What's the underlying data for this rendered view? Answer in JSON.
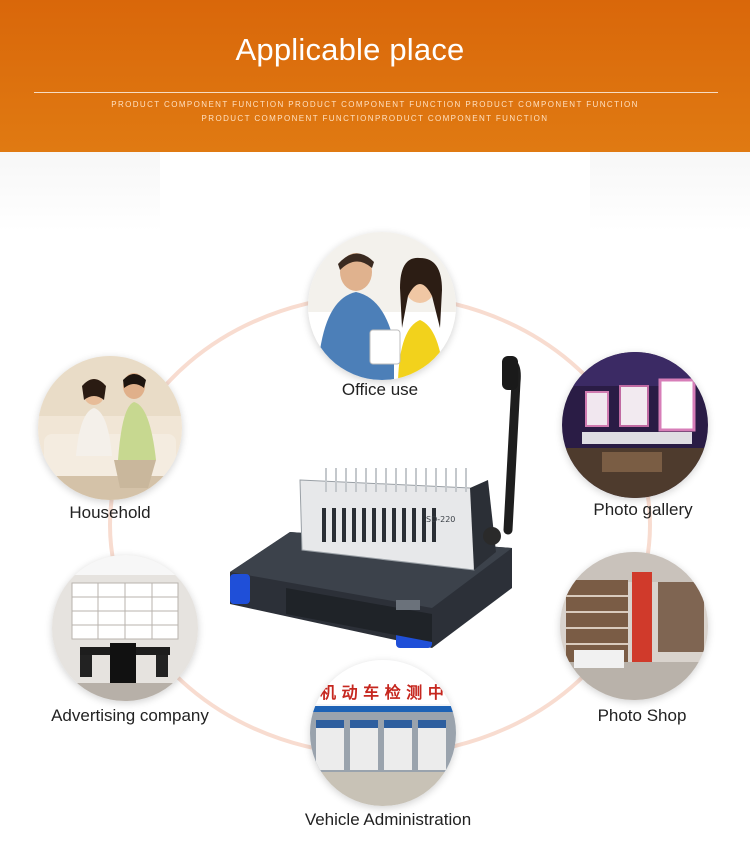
{
  "banner": {
    "title": "Applicable place",
    "subtitle_line1": "PRODUCT COMPONENT FUNCTION PRODUCT COMPONENT FUNCTION PRODUCT COMPONENT FUNCTION",
    "subtitle_line2": "PRODUCT COMPONENT FUNCTIONPRODUCT COMPONENT FUNCTION"
  },
  "places": {
    "office": "Office use",
    "household": "Household",
    "gallery": "Photo gallery",
    "advertising": "Advertising company",
    "photo_shop": "Photo Shop",
    "vehicle": "Vehicle Administration"
  },
  "machine": {
    "model": "SD-220"
  },
  "vehicle_sign": "机 动 车 检 测 中",
  "colors": {
    "banner": "#e07a12",
    "ring": "#f6d0c0",
    "machine_base": "#2b2f36",
    "machine_feet": "#1f4fd8"
  }
}
